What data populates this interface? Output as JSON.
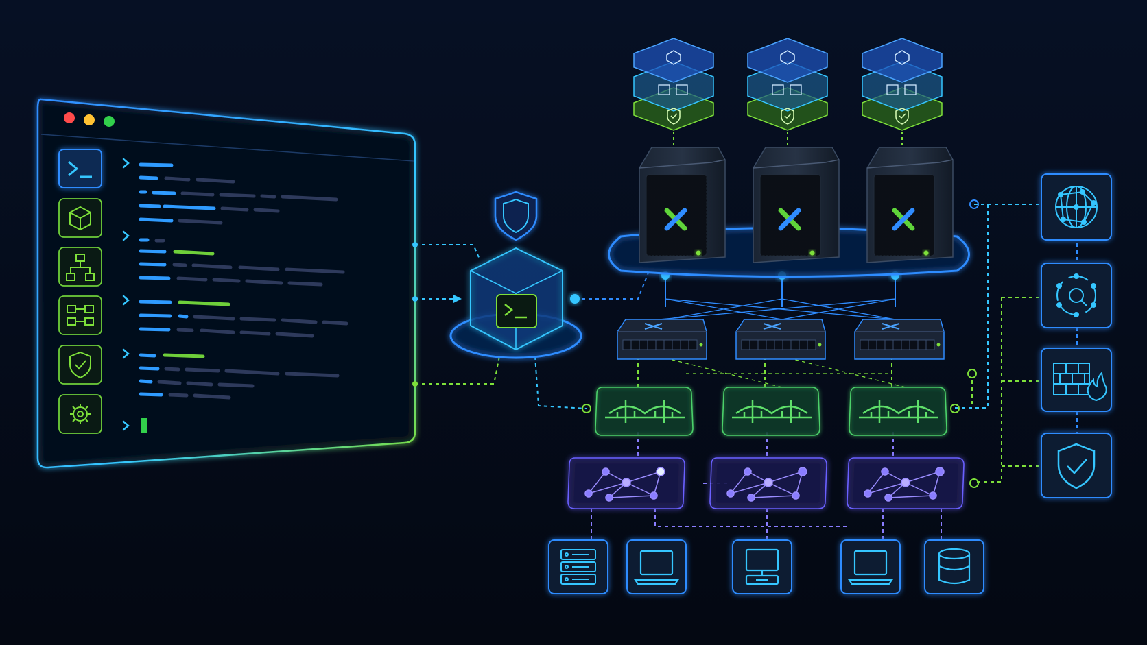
{
  "theme": {
    "background": "#050b18",
    "blue": "#2f8cff",
    "cyan": "#35c6ff",
    "green": "#7ee03a",
    "purple": "#8a7dff",
    "red": "#ff4b4b",
    "yellow": "#ffc233",
    "dot_green": "#32d04b"
  },
  "terminal": {
    "window_controls": [
      "close",
      "minimize",
      "maximize"
    ],
    "sidebar_icons": [
      "terminal-icon",
      "cube-icon",
      "hierarchy-icon",
      "workflow-icon",
      "shield-icon",
      "gear-icon"
    ],
    "prompt_groups": 5
  },
  "gateway": {
    "icons": [
      "shield-icon",
      "terminal-icon"
    ]
  },
  "nodes": [
    {
      "logo": "X",
      "icon": "server-icon"
    },
    {
      "logo": "X",
      "icon": "server-icon"
    },
    {
      "logo": "X",
      "icon": "server-icon"
    }
  ],
  "stack_layers": [
    "container-icon",
    "services-icon",
    "shield-check-icon"
  ],
  "switches": 3,
  "bridges": 3,
  "meshes": 3,
  "endpoints": [
    "server-rack-icon",
    "laptop-icon",
    "desktop-icon",
    "laptop-icon",
    "database-icon"
  ],
  "services": [
    "global-network-icon",
    "discovery-icon",
    "firewall-icon",
    "security-shield-icon"
  ]
}
